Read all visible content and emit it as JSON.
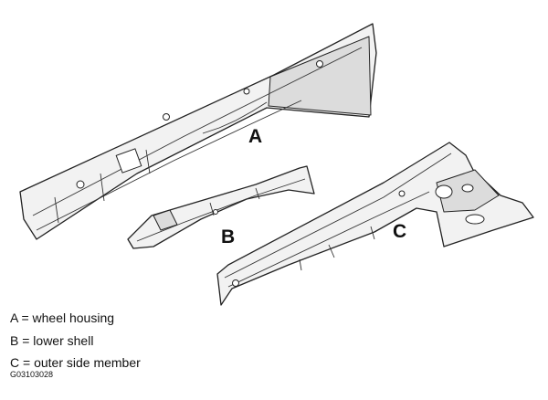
{
  "figure": {
    "callouts": [
      "A",
      "B",
      "C"
    ],
    "legend": [
      "A = wheel housing",
      "B = lower shell",
      "C = outer side member"
    ],
    "code": "G03103028"
  }
}
